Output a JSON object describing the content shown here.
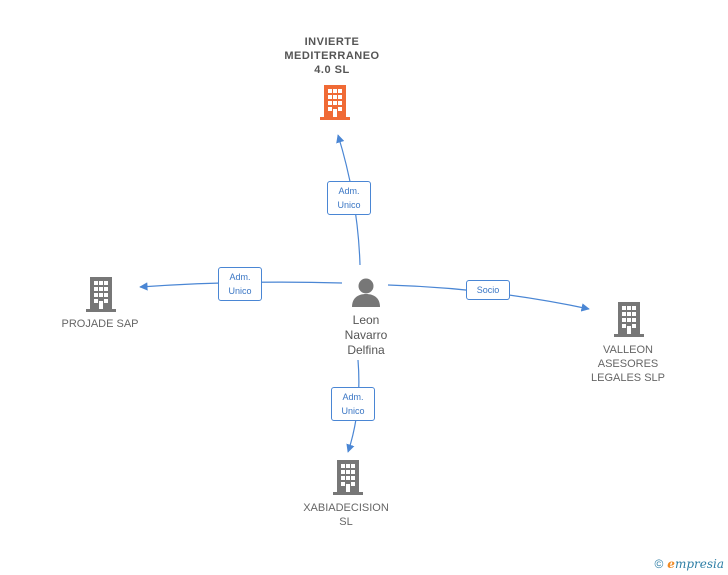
{
  "colors": {
    "edge": "#4a86d4",
    "building_default": "#777777",
    "building_highlight": "#f06a35",
    "person": "#777777"
  },
  "nodes": {
    "invierte": {
      "label": "INVIERTE\nMEDITERRANEO\n4.0  SL",
      "icon": "building-icon",
      "highlight": true
    },
    "projade": {
      "label": "PROJADE SAP",
      "icon": "building-icon"
    },
    "valleon": {
      "label": "VALLEON\nASESORES\nLEGALES SLP",
      "icon": "building-icon"
    },
    "xabia": {
      "label": "XABIADECISION\nSL",
      "icon": "building-icon"
    },
    "leon": {
      "label": "Leon\nNavarro\nDelfina",
      "icon": "person-icon"
    }
  },
  "edges": {
    "to_invierte": "Adm.\nUnico",
    "to_projade": "Adm.\nUnico",
    "to_valleon": "Socio",
    "to_xabia": "Adm.\nUnico"
  },
  "watermark": {
    "symbol": "©",
    "brand_first": "e",
    "brand_rest": "mpresia"
  }
}
